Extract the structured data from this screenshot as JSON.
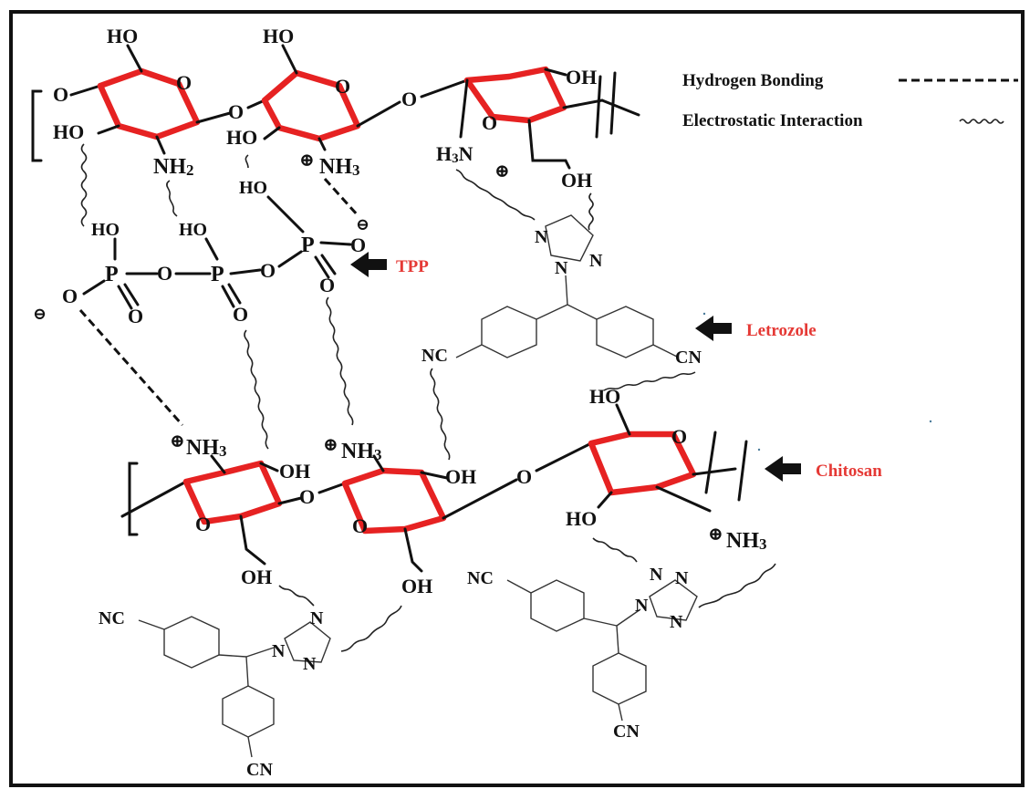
{
  "legend": {
    "hydrogen_bonding": "Hydrogen Bonding",
    "electrostatic": "Electrostatic Interaction"
  },
  "callouts": {
    "tpp": "TPP",
    "letrozole": "Letrozole",
    "chitosan": "Chitosan"
  },
  "atoms": {
    "ho": "HO",
    "oh": "OH",
    "o": "O",
    "p": "P",
    "n": "N",
    "nh2": "NH",
    "nh2_sub": "2",
    "nh3": "NH",
    "nh3_sub": "3",
    "h3n": "H",
    "h3n_sub": "3",
    "h3n_n": "N",
    "nc": "NC",
    "cn": "CN",
    "plus": "⊕",
    "minus": "⊖"
  },
  "colors": {
    "ring": "#e62222",
    "callout_text": "#e53935",
    "arrow": "#111111",
    "frame": "#111111"
  }
}
